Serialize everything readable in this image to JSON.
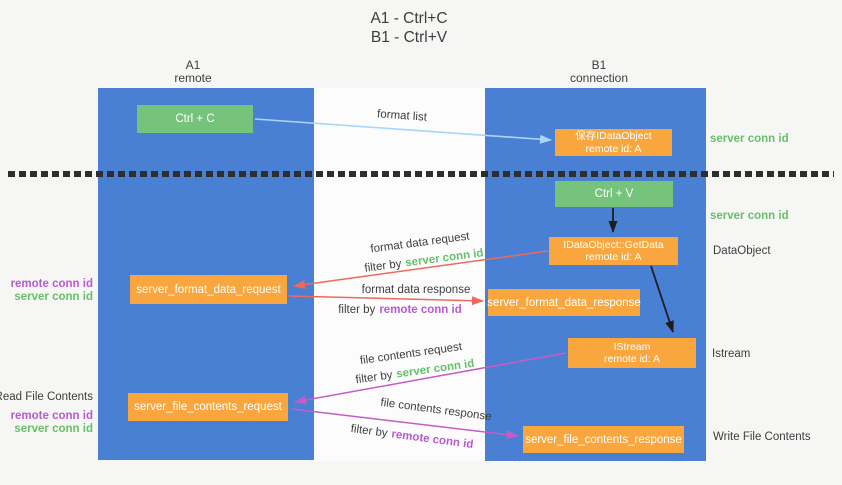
{
  "title": {
    "line1": "A1 - Ctrl+C",
    "line2": "B1 - Ctrl+V"
  },
  "lanes": {
    "left": {
      "name": "A1",
      "role": "remote"
    },
    "right": {
      "name": "B1",
      "role": "connection"
    }
  },
  "nodes": {
    "ctrl_c": {
      "label": "Ctrl + C"
    },
    "ctrl_v": {
      "label": "Ctrl + V"
    },
    "save_dataobject": {
      "line1": "保存IDataObject",
      "line2": "remote id: A"
    },
    "getdata": {
      "line1": "IDataObject::GetData",
      "line2": "remote id: A"
    },
    "istream": {
      "line1": "IStream",
      "line2": "remote id: A"
    },
    "format_request": {
      "label": "server_format_data_request"
    },
    "format_response": {
      "label": "server_format_data_response"
    },
    "file_request": {
      "label": "server_file_contents_request"
    },
    "file_response": {
      "label": "server_file_contents_response"
    }
  },
  "edges": {
    "format_list": {
      "label": "format list"
    },
    "format_data_request": {
      "label": "format data request",
      "filter_prefix": "filter by",
      "filter_key": "server conn id"
    },
    "format_data_response": {
      "label": "format data response",
      "filter_prefix": "filter by",
      "filter_key": "remote conn id"
    },
    "file_contents_request": {
      "label": "file contents request",
      "filter_prefix": "filter by",
      "filter_key": "server conn id"
    },
    "file_contents_response": {
      "label": "file contents response",
      "filter_prefix": "filter by",
      "filter_key": "remote conn id"
    }
  },
  "annotations": {
    "server_conn_id_top": "server conn id",
    "server_conn_id_mid": "server conn id",
    "dataobject": "DataObject",
    "istream": "Istream",
    "write_file_contents": "Write File Contents",
    "read_file_contents": "Read File Contents",
    "format_pair": {
      "remote": "remote conn id",
      "server": "server conn id"
    },
    "file_pair": {
      "remote": "remote conn id",
      "server": "server conn id"
    }
  },
  "colors": {
    "bg": "#f6f6f5",
    "lane-blue": "#4a80d4",
    "node-green": "#76c47c",
    "node-orange": "#f8a63d",
    "node-text": "#ffffff",
    "text-dark": "#3e3e3e",
    "id-green": "#67bf6b",
    "id-purple": "#b75bd1",
    "arrow-blue": "#a9d6f5",
    "arrow-red": "#ec6a5c",
    "arrow-magenta": "#c45ec4",
    "arrow-black": "#1e1e1e",
    "rule-dark": "#2e2e2e"
  }
}
